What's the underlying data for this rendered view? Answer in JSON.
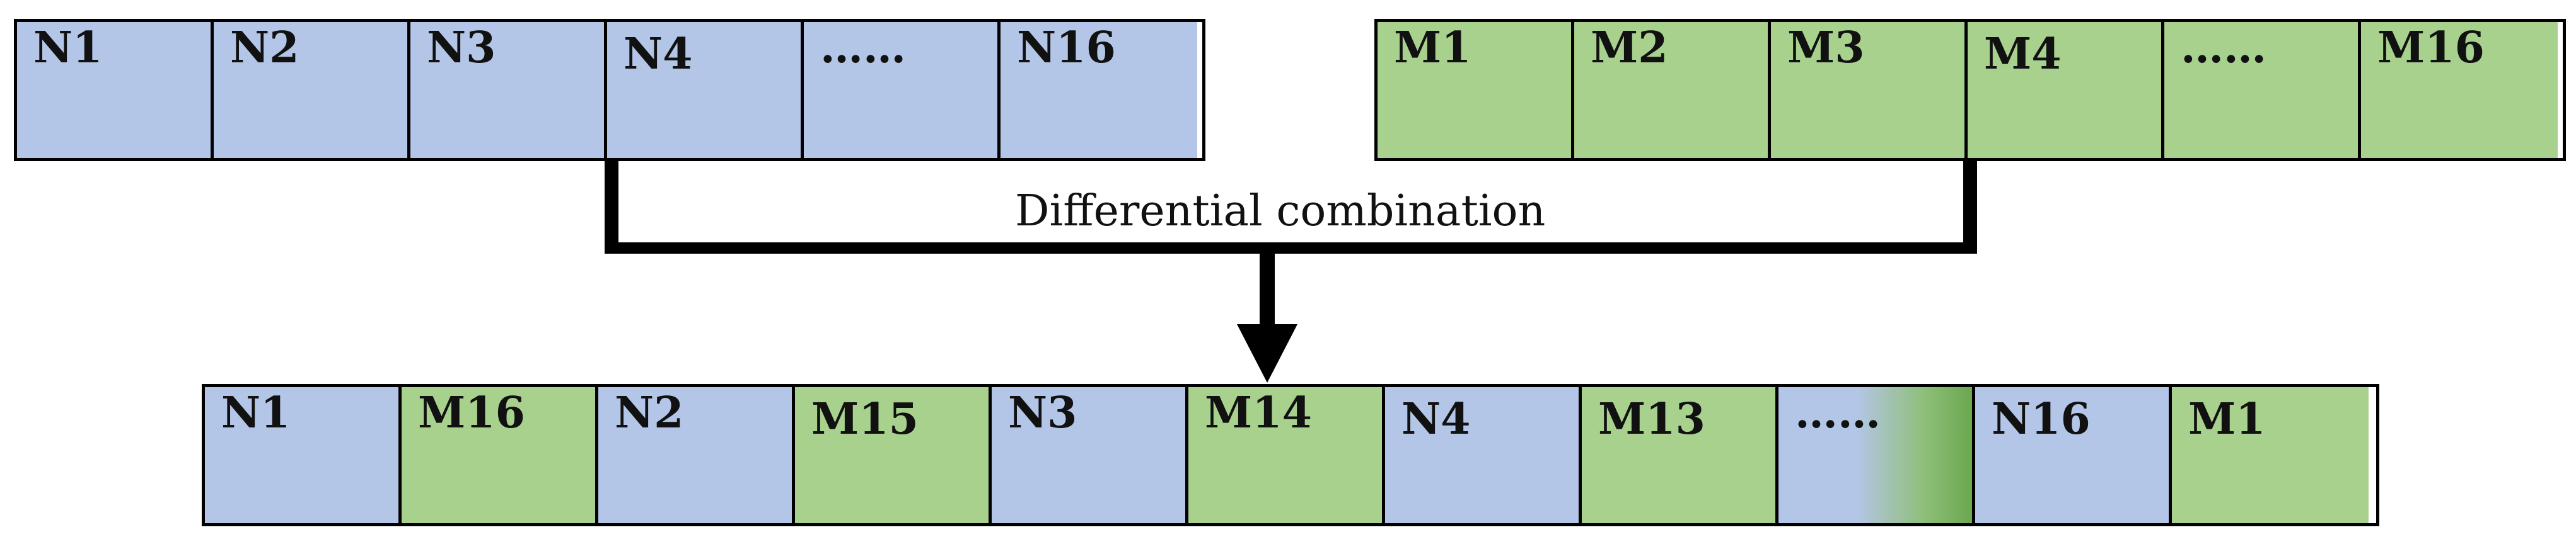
{
  "top_left_row": {
    "cells": [
      "N1",
      "N2",
      "N3",
      "N4",
      "……",
      "N16"
    ]
  },
  "top_right_row": {
    "cells": [
      "M1",
      "M2",
      "M3",
      "M4",
      "……",
      "M16"
    ]
  },
  "connector": {
    "label": "Differential combination"
  },
  "combined_row": {
    "cells": [
      "N1",
      "M16",
      "N2",
      "M15",
      "N3",
      "M14",
      "N4",
      "M13",
      "……",
      "N16",
      "M1"
    ]
  },
  "colors": {
    "n_fill": "#b4c6e7",
    "m_fill": "#a9d18e",
    "outline": "#000000"
  }
}
